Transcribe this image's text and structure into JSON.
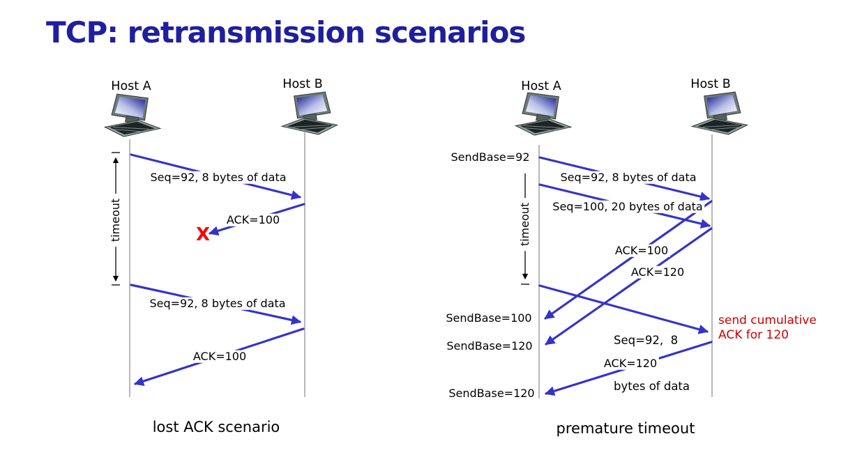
{
  "title": "TCP: retransmission scenarios",
  "colors": {
    "title_text": "#1F1F9E",
    "arrow_blue": "#3333CC",
    "timeline_gray": "#A6A6A6",
    "loss_red": "#FF0000",
    "note_red": "#CC0000",
    "label_black": "#000000"
  },
  "icons": {
    "host": "desktop-computer-icon"
  },
  "left": {
    "host_a": "Host A",
    "host_b": "Host B",
    "seq1": "Seq=92, 8 bytes of data",
    "ack1": "ACK=100",
    "loss_mark": "X",
    "timeout": "timeout",
    "seq2": "Seq=92, 8 bytes of data",
    "ack2": "ACK=100",
    "caption": "lost ACK scenario"
  },
  "right": {
    "host_a": "Host A",
    "host_b": "Host B",
    "sendbase_92": "SendBase=92",
    "seq1": "Seq=92, 8 bytes of data",
    "seq2": "Seq=100, 20 bytes of data",
    "timeout": "timeout",
    "ack100": "ACK=100",
    "ack120": "ACK=120",
    "retransmit_line1": "Seq=92,  8",
    "retransmit_line2": "bytes of data",
    "sendbase_100": "SendBase=100",
    "sendbase_120": "SendBase=120",
    "note_line1": "send cumulative",
    "note_line2": "ACK for 120",
    "ack120_b": "ACK=120",
    "sendbase_120b": "SendBase=120",
    "caption": "premature timeout"
  }
}
